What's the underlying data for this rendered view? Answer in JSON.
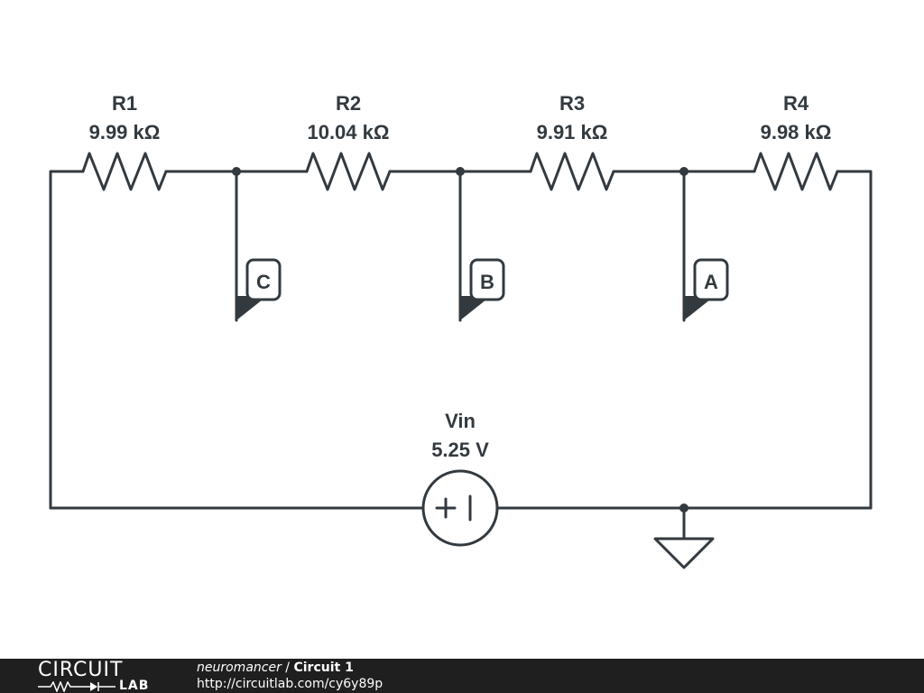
{
  "circuit": {
    "resistors": [
      {
        "name": "R1",
        "value": "9.99 kΩ"
      },
      {
        "name": "R2",
        "value": "10.04 kΩ"
      },
      {
        "name": "R3",
        "value": "9.91 kΩ"
      },
      {
        "name": "R4",
        "value": "9.98 kΩ"
      }
    ],
    "probes": [
      "C",
      "B",
      "A"
    ],
    "source": {
      "name": "Vin",
      "value": "5.25 V",
      "symbol": "+ |"
    },
    "ground_icon": "ground-icon",
    "colors": {
      "wire": "#333a3f",
      "footer_bg": "#1f1f1f"
    }
  },
  "footer": {
    "brand_top": "CIRCUIT",
    "brand_bottom": "LAB",
    "author": "neuromancer",
    "separator": "/",
    "title": "Circuit 1",
    "url": "http://circuitlab.com/cy6y89p"
  }
}
